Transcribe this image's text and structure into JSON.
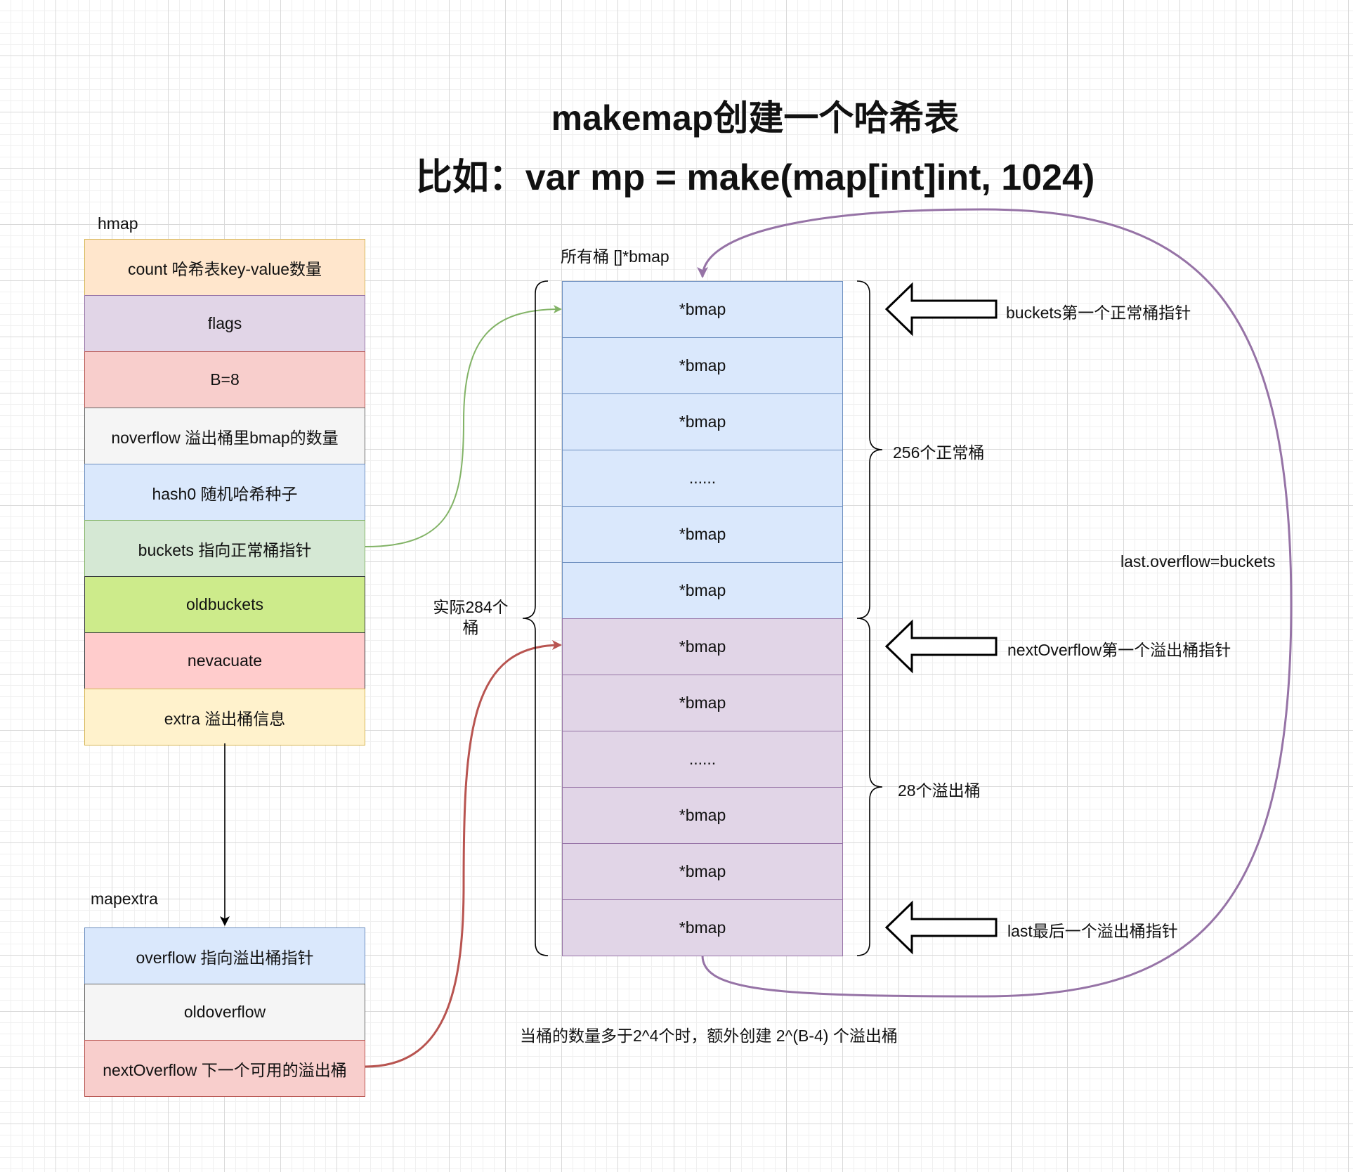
{
  "title": {
    "line1": "makemap创建一个哈希表",
    "line2": "比如：var mp = make(map[int]int, 1024)"
  },
  "hmap": {
    "label": "hmap",
    "fields": [
      {
        "text": "count 哈希表key-value数量",
        "fill": "#ffe6cc",
        "stroke": "#d6b656"
      },
      {
        "text": "flags",
        "fill": "#e1d5e7",
        "stroke": "#9673a6"
      },
      {
        "text": "B=8",
        "fill": "#f8cecc",
        "stroke": "#b85450"
      },
      {
        "text": "noverflow 溢出桶里bmap的数量",
        "fill": "#f5f5f5",
        "stroke": "#666666"
      },
      {
        "text": "hash0 随机哈希种子",
        "fill": "#dae8fc",
        "stroke": "#6c8ebf"
      },
      {
        "text": "buckets 指向正常桶指针",
        "fill": "#d5e8d4",
        "stroke": "#82b366"
      },
      {
        "text": "oldbuckets",
        "fill": "#cdeb8b",
        "stroke": "#36393d"
      },
      {
        "text": "nevacuate",
        "fill": "#ffcccc",
        "stroke": "#36393d"
      },
      {
        "text": "extra 溢出桶信息",
        "fill": "#fff2cc",
        "stroke": "#d6b656"
      }
    ]
  },
  "mapextra": {
    "label": "mapextra",
    "fields": [
      {
        "text": "overflow 指向溢出桶指针",
        "fill": "#dae8fc",
        "stroke": "#6c8ebf"
      },
      {
        "text": "oldoverflow",
        "fill": "#f5f5f5",
        "stroke": "#666666"
      },
      {
        "text": "nextOverflow 下一个可用的溢出桶",
        "fill": "#f8cecc",
        "stroke": "#b85450"
      }
    ]
  },
  "buckets": {
    "label": "所有桶 []*bmap",
    "normal_fill": "#dae8fc",
    "normal_stroke": "#6c8ebf",
    "overflow_fill": "#e1d5e7",
    "overflow_stroke": "#9673a6",
    "normal": [
      "*bmap",
      "*bmap",
      "*bmap",
      "......",
      "*bmap",
      "*bmap"
    ],
    "overflow": [
      "*bmap",
      "*bmap",
      "......",
      "*bmap",
      "*bmap",
      "*bmap"
    ]
  },
  "braces": {
    "total": "实际284个桶",
    "normal": "256个正常桶",
    "overflow": "28个溢出桶"
  },
  "pointers": {
    "buckets_first": "buckets第一个正常桶指针",
    "next_overflow": "nextOverflow第一个溢出桶指针",
    "last": "last最后一个溢出桶指针",
    "last_overflow": "last.overflow=buckets"
  },
  "footnote": "当桶的数量多于2^4个时，额外创建 2^(B-4) 个溢出桶",
  "colors": {
    "green_arrow": "#82b366",
    "red_arrow": "#b85450",
    "purple_arrow": "#9673a6"
  }
}
